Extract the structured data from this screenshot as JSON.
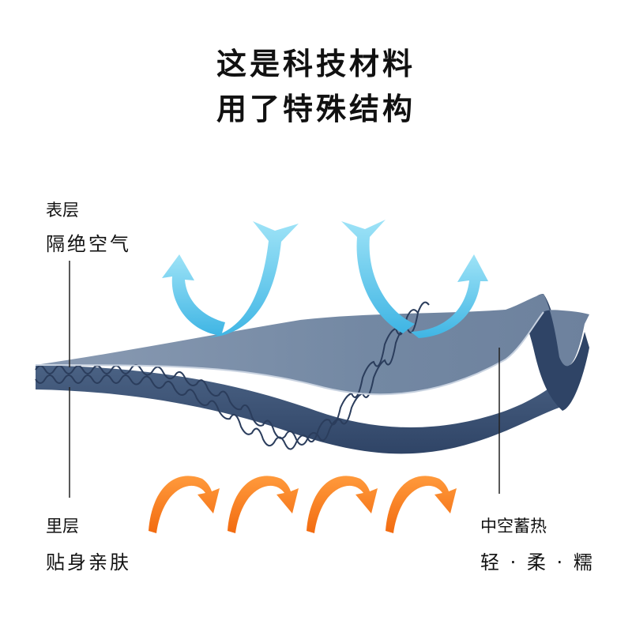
{
  "title": {
    "line1": "这是科技材料",
    "line2": "用了特殊结构"
  },
  "labels": {
    "surface_layer": "表层",
    "surface_feature": "隔绝空气",
    "inner_layer": "里层",
    "inner_feature": "贴身亲肤",
    "core_feature": "中空蓄热",
    "core_traits": "轻 · 柔 · 糯"
  },
  "colors": {
    "fabric_top": "#7b8ea8",
    "fabric_side": "#3e5576",
    "fabric_outline": "#2e4466",
    "wave_line": "#2b3d5c",
    "air_arrow": "#5cc3ea",
    "heat_arrow": "#f47a1f"
  },
  "icons": {
    "air_arrows": "curved-up-arrow",
    "heat_arrows": "curved-down-arrow"
  }
}
